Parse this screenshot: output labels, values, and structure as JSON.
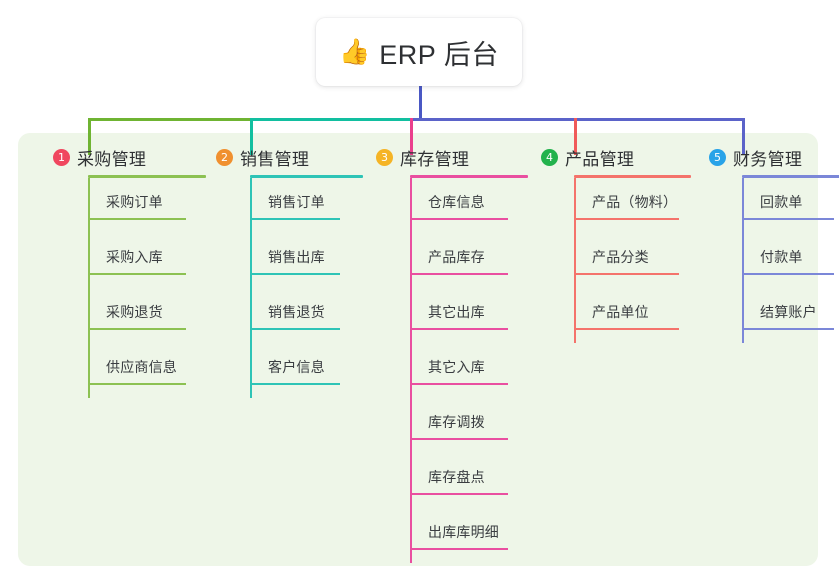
{
  "title": {
    "icon": "thumbs-up-icon",
    "emoji": "👍",
    "text": "ERP 后台"
  },
  "colors": {
    "panel_bg": "#eef6e8",
    "page_bg": "#ffffff",
    "trunk_blue": "#4a58c4",
    "bar_green": "#6fb432",
    "bar_teal": "#12bfa0",
    "bar_blue": "#5b63c9",
    "drop_pink": "#ea3f8d",
    "drop_red": "#f05a5a",
    "text": "#2e3033"
  },
  "connectors": {
    "trunk_color": "#4a58c4",
    "bar_segments": [
      {
        "name": "green-segment",
        "color": "#6fb432"
      },
      {
        "name": "teal-segment",
        "color": "#12bfa0"
      },
      {
        "name": "blue-segment",
        "color": "#5b63c9"
      }
    ],
    "drops": [
      {
        "name": "drop-col1",
        "color": "#6fb432"
      },
      {
        "name": "drop-col2",
        "color": "#12bfa0"
      },
      {
        "name": "drop-col3",
        "color": "#ea3f8d"
      },
      {
        "name": "drop-col4",
        "color": "#f05a5a"
      },
      {
        "name": "drop-col5",
        "color": "#5b63c9"
      }
    ]
  },
  "columns": [
    {
      "badge": "1",
      "badge_color": "#f0475f",
      "title": "采购管理",
      "accent": "#8cc152",
      "rule_width": 118,
      "item_rule_width": 98,
      "items": [
        "采购订单",
        "采购入库",
        "采购退货",
        "供应商信息"
      ]
    },
    {
      "badge": "2",
      "badge_color": "#f0902f",
      "title": "销售管理",
      "accent": "#2ec4b6",
      "rule_width": 113,
      "item_rule_width": 90,
      "items": [
        "销售订单",
        "销售出库",
        "销售退货",
        "客户信息"
      ]
    },
    {
      "badge": "3",
      "badge_color": "#f5b425",
      "title": "库存管理",
      "accent": "#e94fa0",
      "rule_width": 118,
      "item_rule_width": 98,
      "items": [
        "仓库信息",
        "产品库存",
        "其它出库",
        "其它入库",
        "库存调拨",
        "库存盘点",
        "出库库明细"
      ]
    },
    {
      "badge": "4",
      "badge_color": "#22b24c",
      "title": "产品管理",
      "accent": "#f4736b",
      "rule_width": 117,
      "item_rule_width": 105,
      "items": [
        "产品（物料）",
        "产品分类",
        "产品单位"
      ]
    },
    {
      "badge": "5",
      "badge_color": "#29a3e8",
      "title": "财务管理",
      "accent": "#7b87d8",
      "rule_width": 118,
      "item_rule_width": 92,
      "items": [
        "回款单",
        "付款单",
        "结算账户"
      ]
    }
  ]
}
